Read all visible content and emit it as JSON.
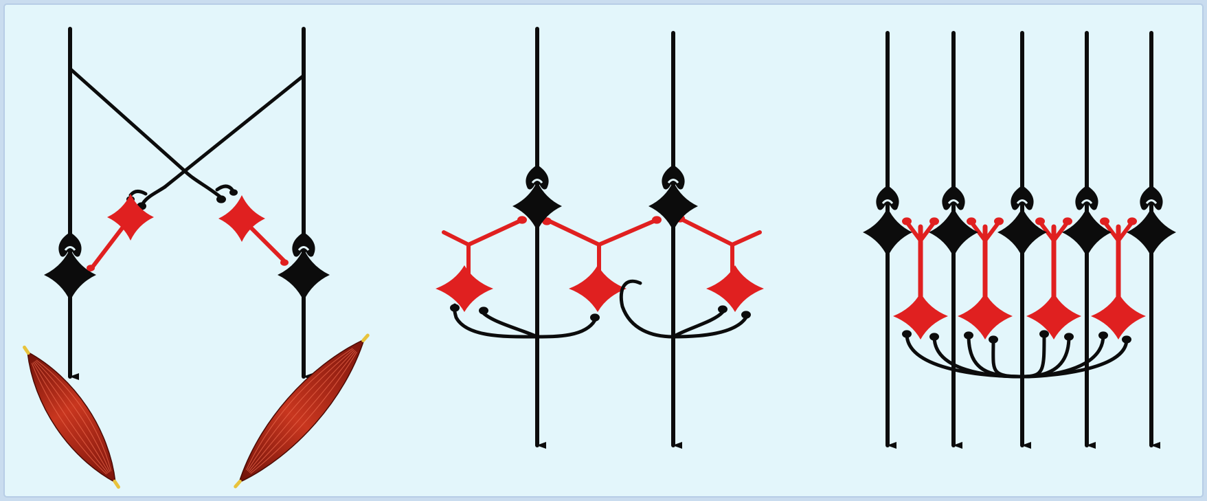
{
  "colors": {
    "background": "#e3f6fb",
    "frame": "#c9dcef",
    "excitatory_neuron": "#0c0c0c",
    "inhibitory_interneuron": "#e02020",
    "muscle": "#b8281c",
    "tendon": "#e8c33c"
  },
  "panels": [
    {
      "id": "reciprocal-inhibition",
      "excitatory_neurons": 2,
      "inhibitory_interneurons": 2,
      "muscles": 2
    },
    {
      "id": "feedforward-inhibition",
      "excitatory_neurons": 2,
      "inhibitory_interneurons": 3,
      "muscles": 0
    },
    {
      "id": "lateral-inhibition",
      "excitatory_neurons": 5,
      "inhibitory_interneurons": 4,
      "muscles": 0
    }
  ]
}
